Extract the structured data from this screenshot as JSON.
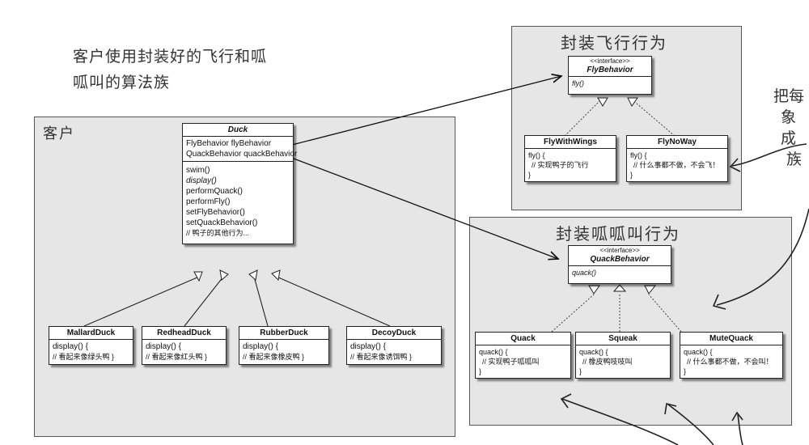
{
  "caption": {
    "line1": "客户使用封装好的飞行和呱",
    "line2": "呱叫的算法族"
  },
  "side_note": {
    "l1": "把每",
    "l2": "象成",
    "l3": "族"
  },
  "client_panel": {
    "title": "客户"
  },
  "duck": {
    "name": "Duck",
    "fields": [
      "FlyBehavior flyBehavior",
      "QuackBehavior quackBehavior"
    ],
    "methods": [
      "swim()",
      "display()",
      "performQuack()",
      "performFly()",
      "setFlyBehavior()",
      "setQuackBehavior()",
      "// 鸭子的其他行为..."
    ]
  },
  "subducks": [
    {
      "name": "MallardDuck",
      "l1": "display() {",
      "l2": "// 看起来像绿头鸭 }"
    },
    {
      "name": "RedheadDuck",
      "l1": "display() {",
      "l2": "// 看起来像红头鸭 }"
    },
    {
      "name": "RubberDuck",
      "l1": "display() {",
      "l2": "// 看起来像橡皮鸭 }"
    },
    {
      "name": "DecoyDuck",
      "l1": "display() {",
      "l2": "// 看起来像诱饵鸭 }"
    }
  ],
  "fly_panel": {
    "title": "封装飞行行为"
  },
  "fly_interface": {
    "stereotype": "<<interface>>",
    "name": "FlyBehavior",
    "method": "fly()"
  },
  "fly_impls": [
    {
      "name": "FlyWithWings",
      "l1": "fly() {",
      "l2": "// 实现鸭子的飞行",
      "l3": "}"
    },
    {
      "name": "FlyNoWay",
      "l1": "fly() {",
      "l2": "// 什么事都不做，不会飞！",
      "l3": "}"
    }
  ],
  "quack_panel": {
    "title": "封装呱呱叫行为"
  },
  "quack_interface": {
    "stereotype": "<<interface>>",
    "name": "QuackBehavior",
    "method": "quack()"
  },
  "quack_impls": [
    {
      "name": "Quack",
      "l1": "quack() {",
      "l2": "// 实现鸭子呱呱叫",
      "l3": "}"
    },
    {
      "name": "Squeak",
      "l1": "quack() {",
      "l2": "// 橡皮鸭吱吱叫",
      "l3": "}"
    },
    {
      "name": "MuteQuack",
      "l1": "quack() {",
      "l2": "// 什么事都不做，不会叫！",
      "l3": "}"
    }
  ]
}
